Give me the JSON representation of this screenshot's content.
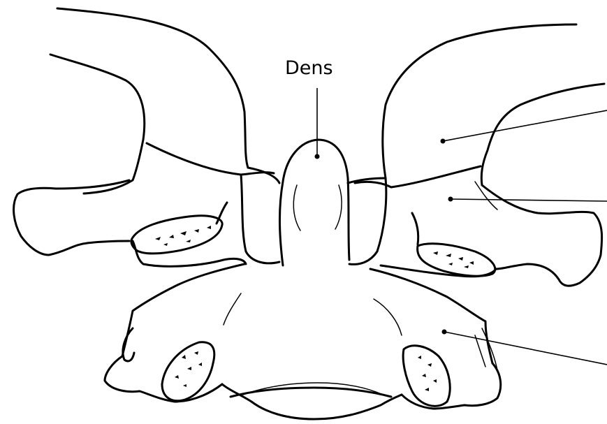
{
  "diagram": {
    "labels": {
      "dens": "Dens"
    },
    "pointers": [
      {
        "id": "upper-right-pointer"
      },
      {
        "id": "middle-right-pointer"
      },
      {
        "id": "lower-right-pointer"
      }
    ]
  }
}
